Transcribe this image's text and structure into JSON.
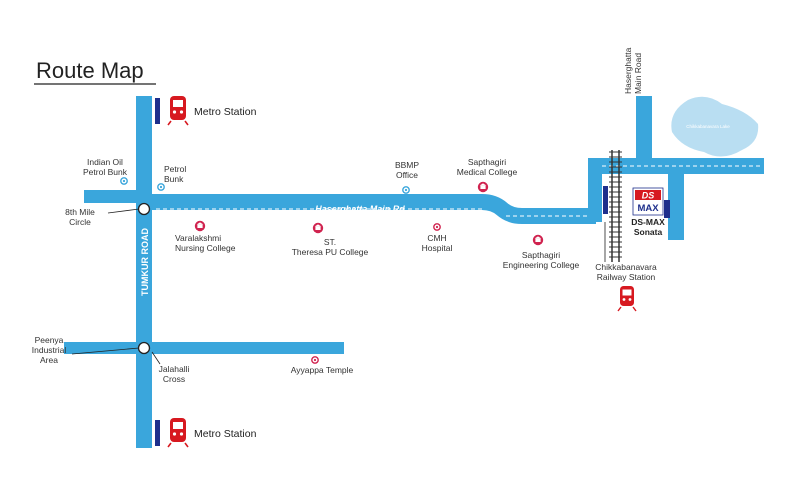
{
  "title": "Route Map",
  "colors": {
    "road": "#3aa6dc",
    "dash": "#ffffff",
    "marker": "#d0234f",
    "junction": "#222222",
    "water": "#b9def2",
    "brand_red": "#d71920",
    "brand_blue": "#1e2f8c"
  },
  "roads": {
    "main": "Haserghatta Main Rd",
    "tumkur": "TUMKUR ROAD",
    "hesaraghatta_top_line1": "Haserghatta",
    "hesaraghatta_top_line2": "Main Road"
  },
  "lake": "Chikkabanavara Lake",
  "metro_stations": [
    "Metro Station",
    "Metro Station"
  ],
  "places": {
    "indian_oil": [
      "Indian Oil",
      "Petrol Bunk"
    ],
    "petrol_bunk": [
      "Petrol",
      "Bunk"
    ],
    "eighth_mile": [
      "8th Mile",
      "Circle"
    ],
    "varalakshmi": [
      "Varalakshmi",
      "Nursing College"
    ],
    "st_theresa": [
      "ST.",
      "Theresa PU College"
    ],
    "bbmp": [
      "BBMP",
      "Office"
    ],
    "cmh": [
      "CMH",
      "Hospital"
    ],
    "sapthagiri_medical": [
      "Sapthagiri",
      "Medical College"
    ],
    "sapthagiri_engineering": [
      "Sapthagiri",
      "Engineering College"
    ],
    "railway": [
      "Chikkabanavara",
      "Railway Station"
    ],
    "peenya": [
      "Peenya",
      "Industrial",
      "Area"
    ],
    "jalahalli": [
      "Jalahalli",
      "Cross"
    ],
    "ayyappa": "Ayyappa Temple"
  },
  "project": {
    "logo_top": "DS",
    "logo_bottom": "MAX",
    "name_line1": "DS-MAX",
    "name_line2": "Sonata"
  },
  "icons": {
    "metro": "train-icon",
    "hospital": "hospital-icon",
    "college": "college-icon",
    "poi": "poi-dot-icon",
    "railway": "railway-track-icon"
  }
}
